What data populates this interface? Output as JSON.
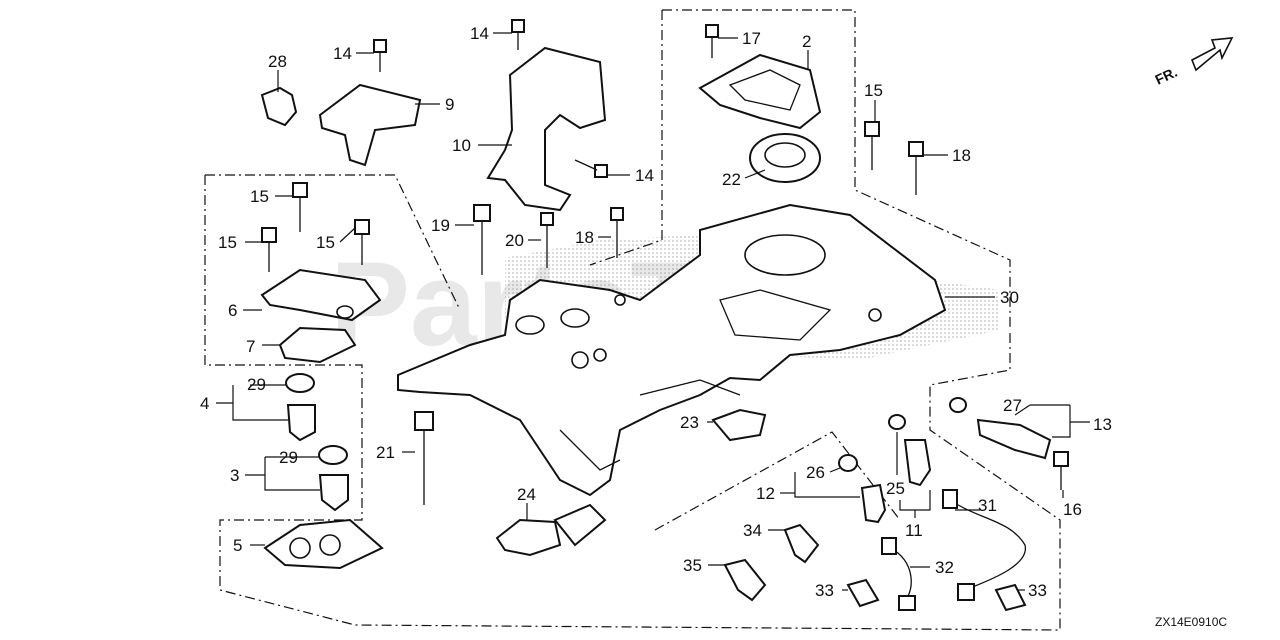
{
  "diagram": {
    "drawing_code": "ZX14E0910C",
    "direction_label": "FR.",
    "watermark": "PartsTree",
    "callouts": {
      "c28": "28",
      "c14a": "14",
      "c9": "9",
      "c14b": "14",
      "c10": "10",
      "c14c": "14",
      "c17": "17",
      "c2": "2",
      "c22": "22",
      "c15a": "15",
      "c18a": "18",
      "c15b": "15",
      "c15c": "15",
      "c15d": "15",
      "c19": "19",
      "c20": "20",
      "c18b": "18",
      "c6": "6",
      "c7": "7",
      "c30": "30",
      "c29a": "29",
      "c4": "4",
      "c29b": "29",
      "c3": "3",
      "c21": "21",
      "c23": "23",
      "c27": "27",
      "c13": "13",
      "c5": "5",
      "c24": "24",
      "c26": "26",
      "c12": "12",
      "c25": "25",
      "c11": "11",
      "c31": "31",
      "c16": "16",
      "c34": "34",
      "c35": "35",
      "c32": "32",
      "c33a": "33",
      "c33b": "33"
    }
  }
}
